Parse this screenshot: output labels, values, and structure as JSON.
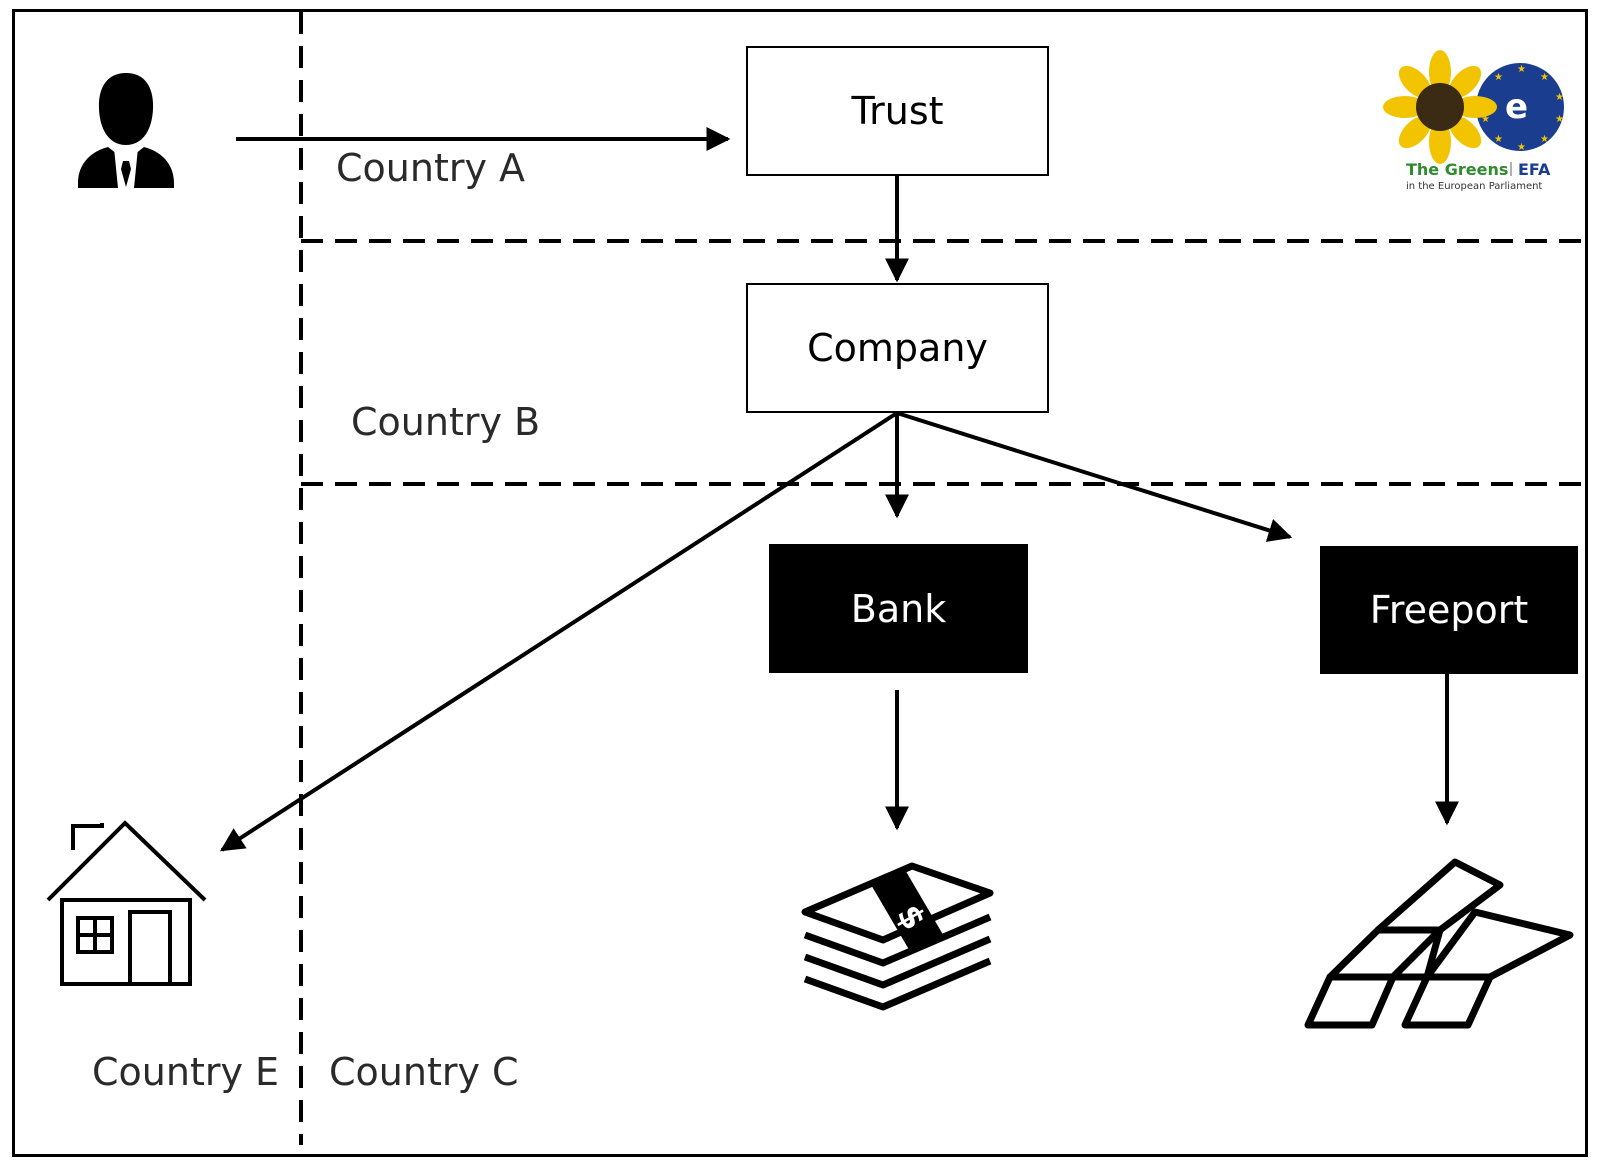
{
  "nodes": {
    "trust": "Trust",
    "company": "Company",
    "bank": "Bank",
    "freeport": "Freeport"
  },
  "regions": {
    "a": "Country A",
    "b": "Country B",
    "c": "Country C",
    "e": "Country E"
  },
  "logo": {
    "name": "The Greens",
    "group": "EFA",
    "subtitle": "in the European Parliament",
    "colors": {
      "green": "#2e8b2e",
      "blue": "#1a3d8f",
      "yellow": "#f2c400",
      "dark": "#333333"
    }
  },
  "icons": [
    "person-icon",
    "house-icon",
    "cash-icon",
    "gold-bars-icon"
  ]
}
